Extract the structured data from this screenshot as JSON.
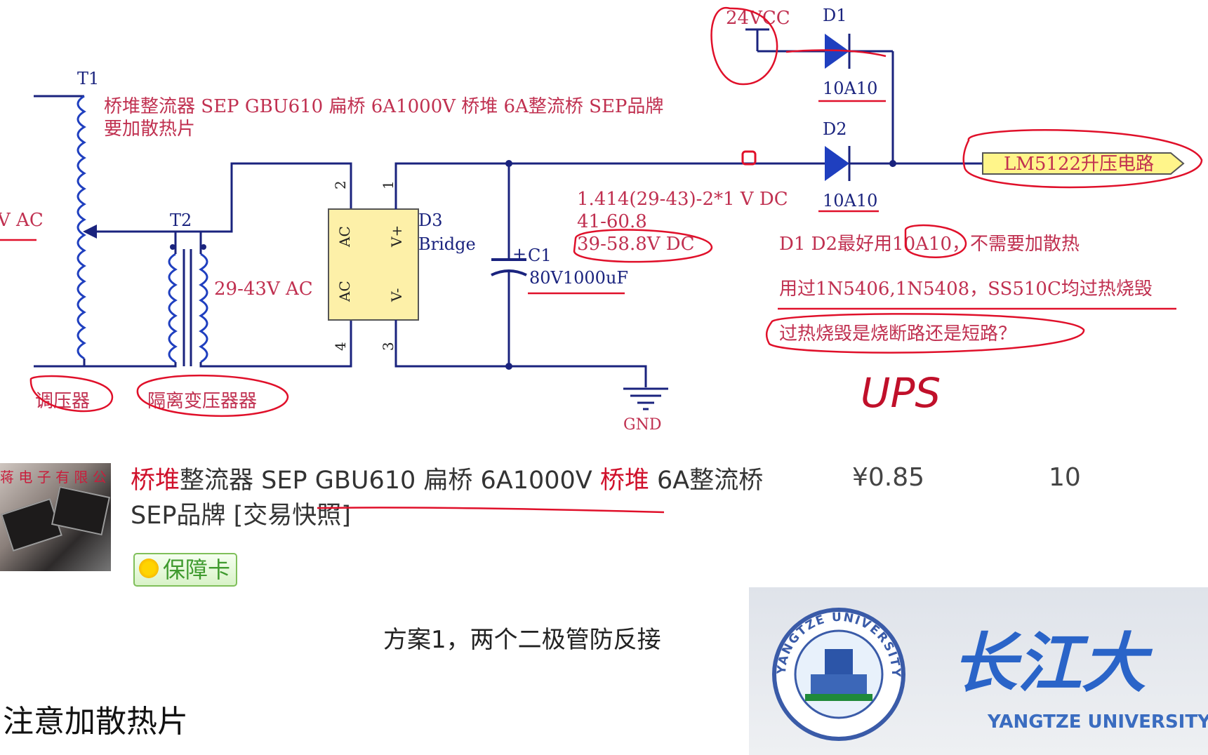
{
  "schematic": {
    "t1_label": "T1",
    "t1_note_line1": "桥堆整流器 SEP GBU610 扁桥 6A1000V 桥堆 6A整流桥 SEP品牌",
    "t1_note_line2": "要加散热片",
    "input_ac": "V AC",
    "t2_label": "T2",
    "t2_secondary": "29-43V AC",
    "d3_label": "D3",
    "d3_type": "Bridge",
    "bridge_pin_ac": "AC",
    "bridge_pin_vplus": "V+",
    "bridge_pin_vminus": "V-",
    "pin_1": "1",
    "pin_2": "2",
    "pin_3": "3",
    "pin_4": "4",
    "c1_label": "C1",
    "c1_plus": "+",
    "c1_value": "80V1000uF",
    "dc_formula": "1.414(29-43)-2*1 V DC",
    "dc_range1": "41-60.8",
    "dc_range2": "39-58.8V DC",
    "vcc_label": "24VCC",
    "d1_label": "D1",
    "d1_part": "10A10",
    "d2_label": "D2",
    "d2_part": "10A10",
    "output_label": "LM5122升压电路",
    "note_d1d2": "D1 D2最好用10A10，不需要加散热",
    "note_tested": "用过1N5406,1N5408，SS510C均过热烧毁",
    "note_question": "过热烧毁是烧断路还是短路？",
    "gnd_label": "GND",
    "handwritten_ups": "UPS",
    "circled_regulator": "调压器",
    "circled_isolation": "隔离变压器器"
  },
  "product": {
    "thumb_stamp": "蒋 电 子 有 限 公",
    "title_hl1": "桥堆",
    "title_mid": "整流器 SEP GBU610 扁桥 6A1000V ",
    "title_hl2": "桥堆",
    "title_end": " 6A整流桥",
    "title_line2": "SEP品牌 [交易快照]",
    "badge": "保障卡",
    "price": "¥0.85",
    "quantity": "10"
  },
  "caption": "方案1，两个二极管防反接",
  "slide_note": "注意加散热片",
  "logo": {
    "ring_text": "YANGTZE UNIVERSITY",
    "calligraphy": "长江大",
    "english": "YANGTZE  UNIVERSITY"
  },
  "colors": {
    "wire": "#1a237e",
    "note": "#c03050",
    "annotation": "#e0102a",
    "bridge_fill": "#fdf0a8",
    "output_fill": "#fff58a"
  }
}
